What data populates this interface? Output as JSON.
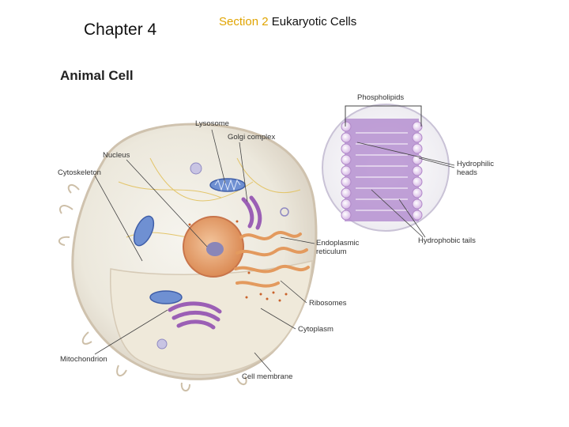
{
  "header": {
    "chapter": "Chapter 4",
    "section_prefix": "Section 2",
    "section_title": "Eukaryotic Cells"
  },
  "diagram": {
    "title": "Animal Cell",
    "labels": {
      "lysosome": "Lysosome",
      "golgi_complex": "Golgi complex",
      "nucleus": "Nucleus",
      "cytoskeleton": "Cytoskeleton",
      "phospholipids": "Phospholipids",
      "hydrophilic_heads_1": "Hydrophilic",
      "hydrophilic_heads_2": "heads",
      "endoplasmic_reticulum_1": "Endoplasmic",
      "endoplasmic_reticulum_2": "reticulum",
      "hydrophobic_tails": "Hydrophobic tails",
      "ribosomes": "Ribosomes",
      "cytoplasm": "Cytoplasm",
      "mitochondrion": "Mitochondrion",
      "cell_membrane": "Cell membrane"
    },
    "colors": {
      "section_accent": "#e0a400",
      "membrane_purple": "#b58fd0",
      "nucleus_orange": "#e8a070",
      "golgi_purple": "#9b5fb5",
      "mitochondria_blue": "#5a7fc6",
      "er_orange": "#e9a36a"
    }
  }
}
